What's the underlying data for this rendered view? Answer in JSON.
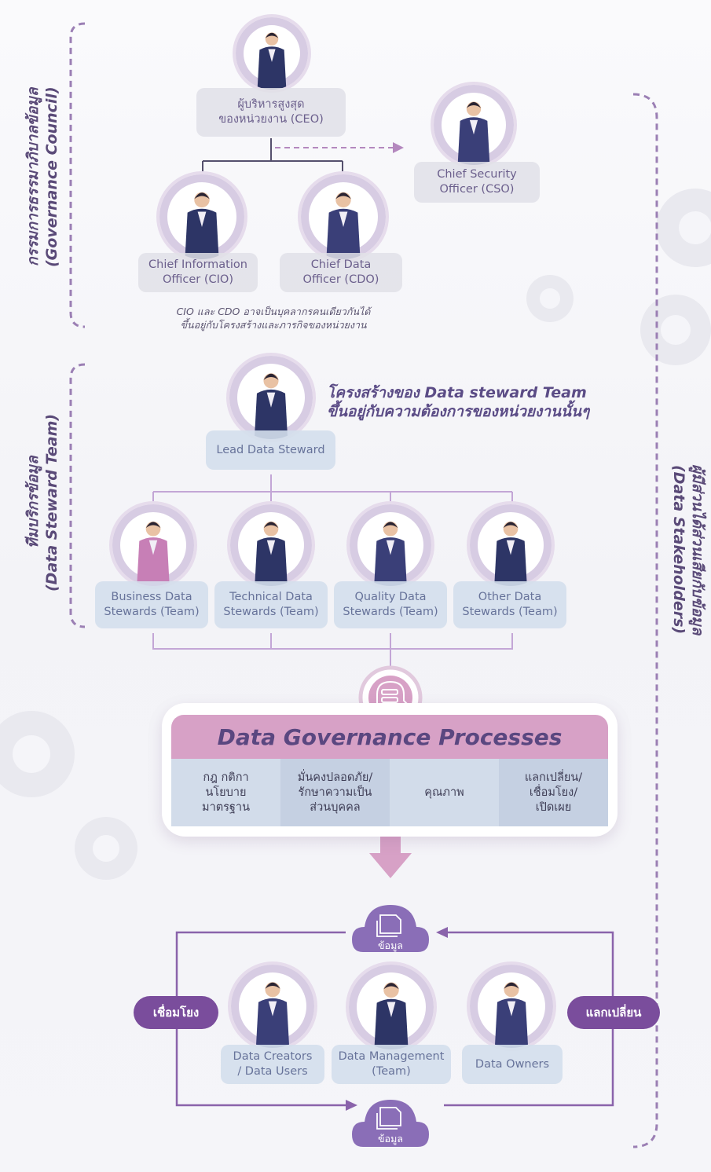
{
  "side_labels": {
    "governance_council": "กรรมการธรรมาภิบาลข้อมูล\n(Governance Council)",
    "data_steward_team": "ทีมบริกรข้อมูล\n(Data Steward Team)",
    "data_stakeholders": "ผู้มีส่วนได้ส่วนเสียกับข้อมูล\n(Data Stakeholders)"
  },
  "roles": {
    "ceo": "ผู้บริหารสูงสุด\nของหน่วยงาน (CEO)",
    "cso": "Chief Security\nOfficer (CSO)",
    "cio": "Chief Information\nOfficer (CIO)",
    "cdo": "Chief Data\nOfficer (CDO)",
    "lead_steward": "Lead Data Steward",
    "business_stewards": "Business Data\nStewards (Team)",
    "technical_stewards": "Technical Data\nStewards (Team)",
    "quality_stewards": "Quality Data\nStewards (Team)",
    "other_stewards": "Other Data\nStewards (Team)",
    "data_creators": "Data Creators\n/ Data Users",
    "data_management": "Data Management\n(Team)",
    "data_owners": "Data Owners"
  },
  "notes": {
    "cio_cdo_note": "CIO และ CDO อาจเป็นบุคลากรคนเดียวกันได้\nขึ้นอยู่กับโครงสร้างและภารกิจของหน่วยงาน",
    "steward_headline": "โครงสร้างของ Data steward Team\nขึ้นอยู่กับความต้องการของหน่วยงานนั้นๆ"
  },
  "processes": {
    "title": "Data Governance Processes",
    "items": [
      "กฎ กติกา\nนโยบาย\nมาตรฐาน",
      "มั่นคงปลอดภัย/\nรักษาความเป็น\nส่วนบุคคล",
      "คุณภาพ",
      "แลกเปลี่ยน/\nเชื่อมโยง/\nเปิดเผย"
    ]
  },
  "data_cloud_top": "ข้อมูล",
  "data_cloud_bottom": "ข้อมูล",
  "pills": {
    "connect": "เชื่อมโยง",
    "exchange": "แลกเปลี่ยน"
  },
  "colors": {
    "purple": "#7a4d9c",
    "pink": "#d7a1c6",
    "lilac": "#c3a6d6",
    "navy": "#2d3566",
    "text": "#6b5f8c"
  }
}
